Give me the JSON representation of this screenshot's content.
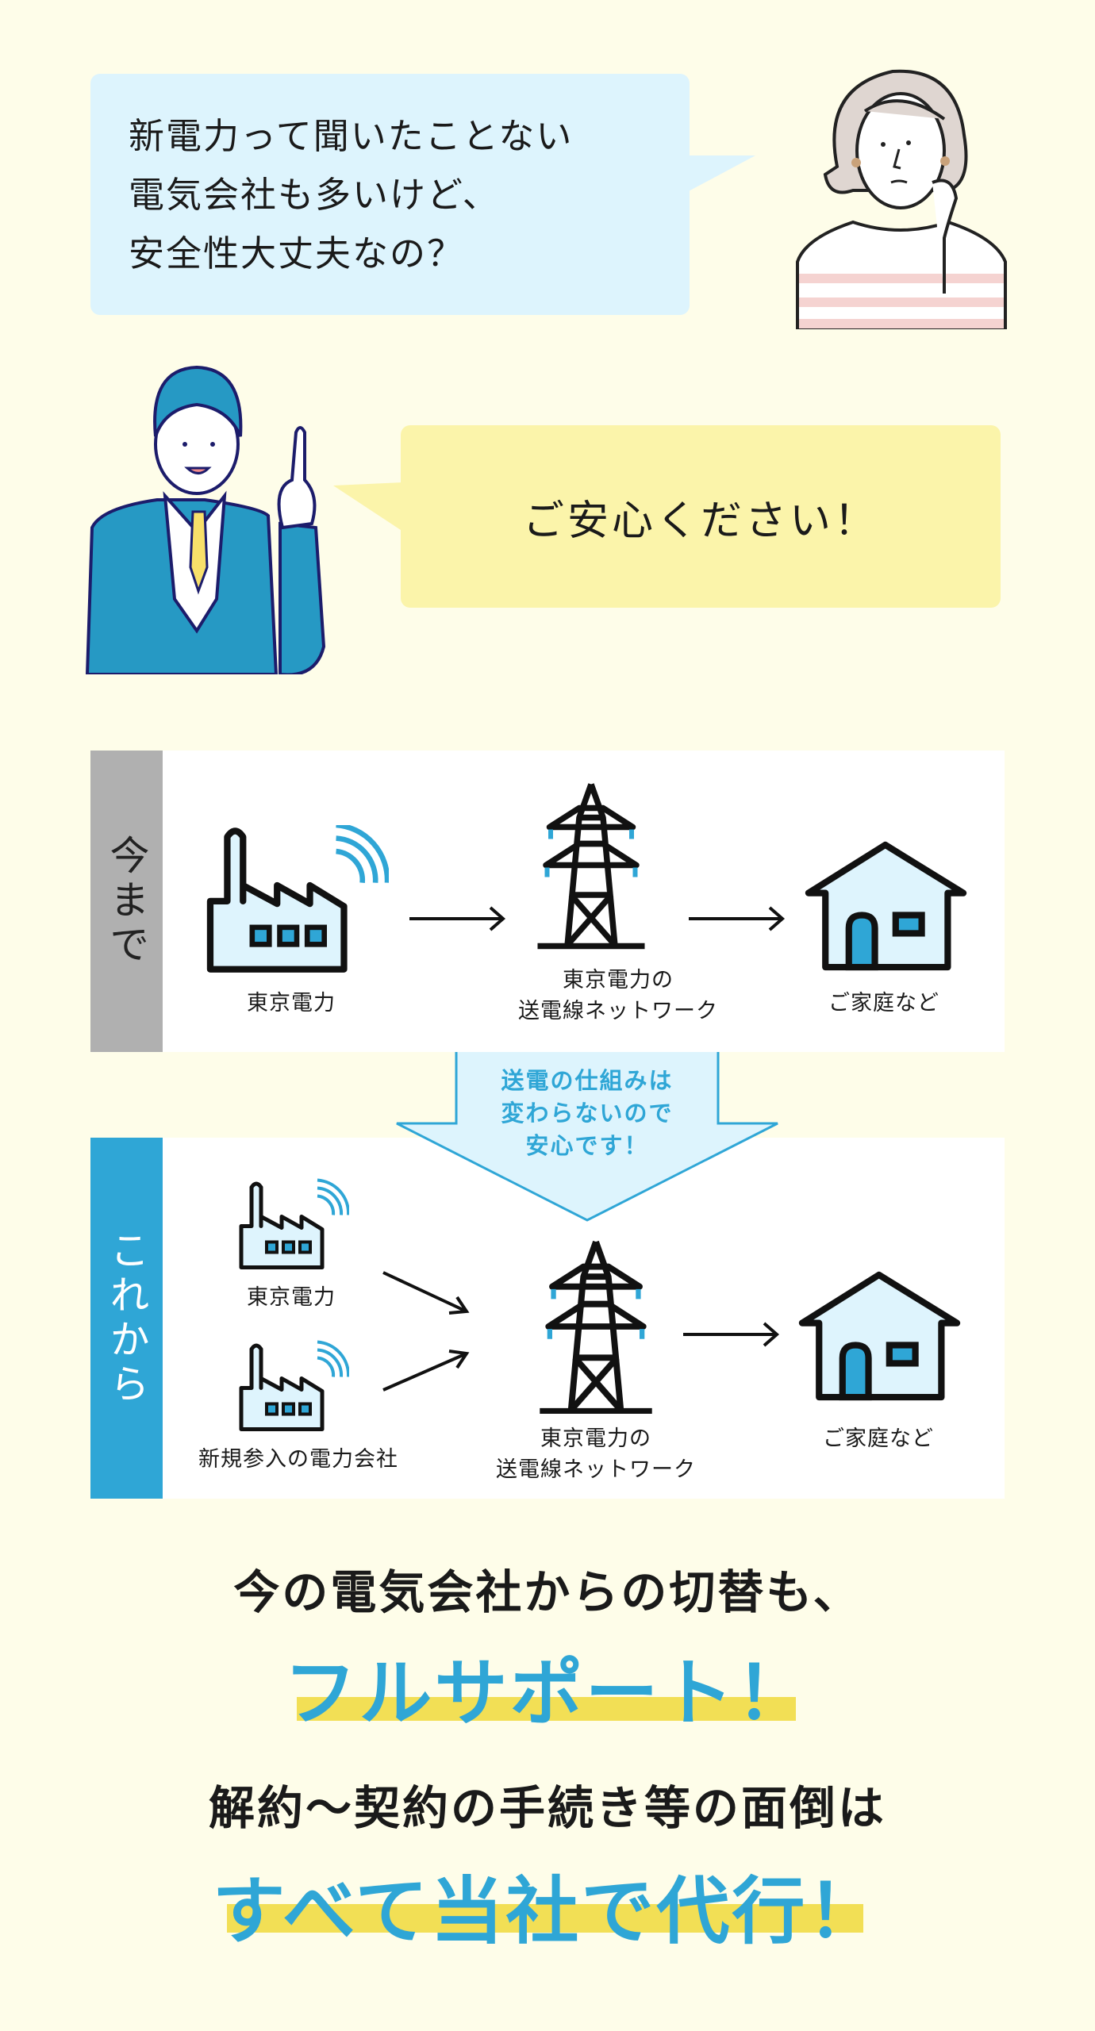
{
  "dialog": {
    "question_lines": [
      "新電力って聞いたことない",
      "電気会社も多いけど、",
      "安全性大丈夫なの？"
    ],
    "answer": "ご安心ください！"
  },
  "diagram": {
    "before": {
      "label": "今まで",
      "source": "東京電力",
      "network_lines": [
        "東京電力の",
        "送電線ネットワーク"
      ],
      "destination": "ご家庭など"
    },
    "note_lines": [
      "送電の仕組みは",
      "変わらないので",
      "安心です！"
    ],
    "after": {
      "label": "これから",
      "source1": "東京電力",
      "source2": "新規参入の電力会社",
      "network_lines": [
        "東京電力の",
        "送電線ネットワーク"
      ],
      "destination": "ご家庭など"
    }
  },
  "message": {
    "line1": "今の電気会社からの切替も、",
    "highlight1": "フルサポート！",
    "line2": "解約～契約の手続き等の面倒は",
    "highlight2": "すべて当社で代行！"
  },
  "colors": {
    "accent": "#2fa6d6",
    "bubble_blue": "#ddf4fd",
    "bubble_yellow": "#fbf4aa",
    "highlight": "#f2df55",
    "grey_label": "#b0b0b0"
  }
}
